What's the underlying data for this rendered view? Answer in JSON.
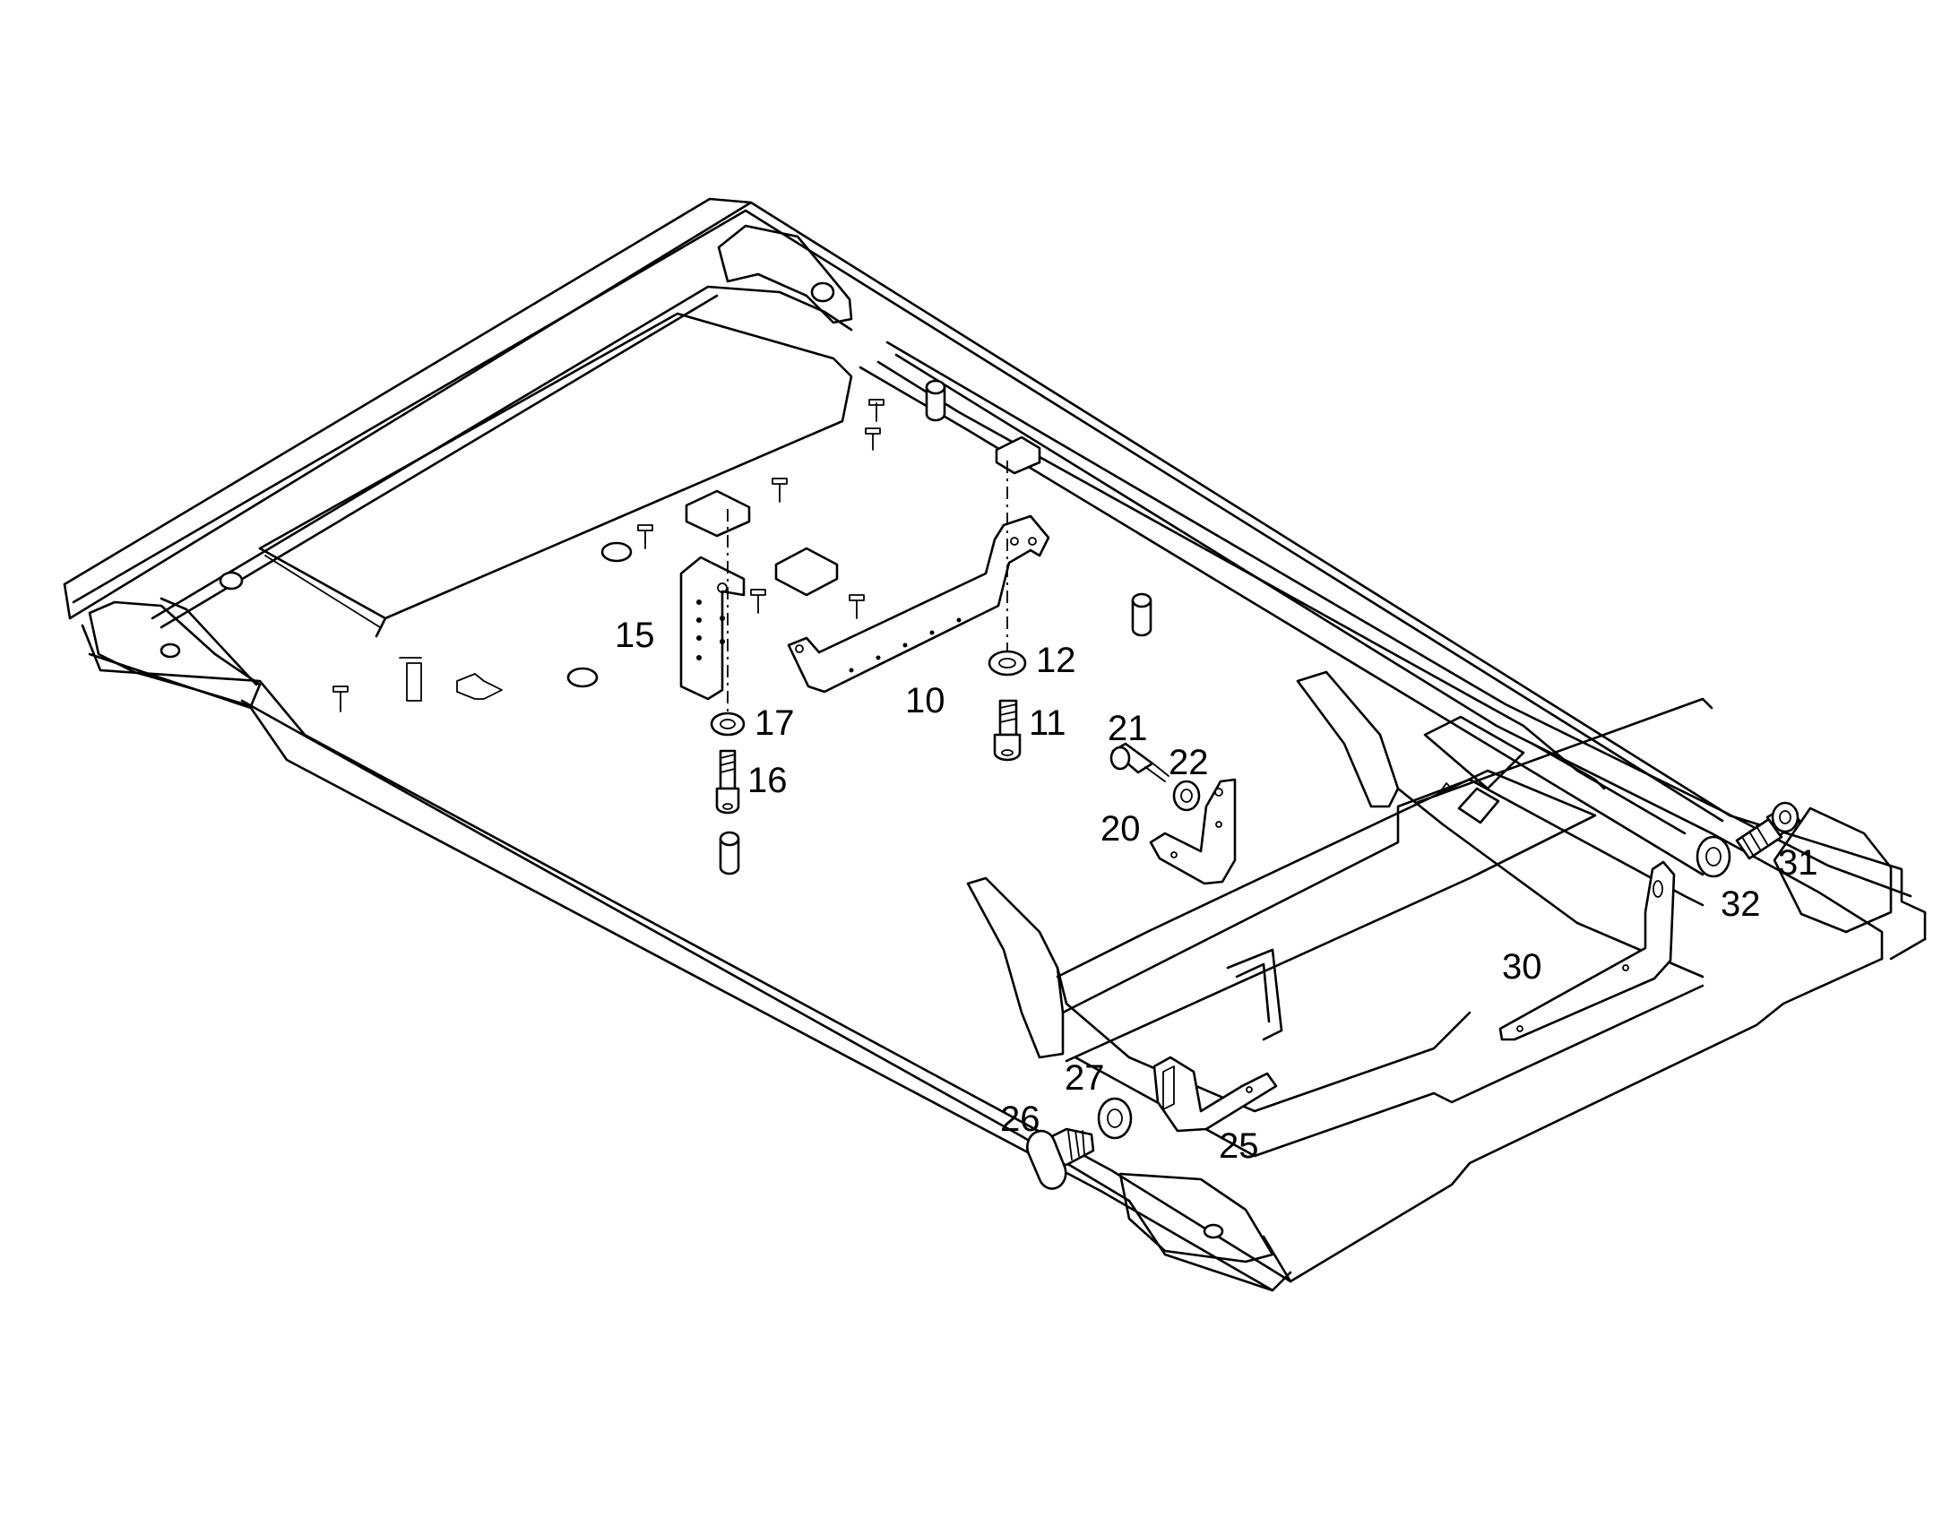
{
  "diagram": {
    "callouts": [
      {
        "id": "10",
        "label": "10"
      },
      {
        "id": "11",
        "label": "11"
      },
      {
        "id": "12",
        "label": "12"
      },
      {
        "id": "15",
        "label": "15"
      },
      {
        "id": "16",
        "label": "16"
      },
      {
        "id": "17",
        "label": "17"
      },
      {
        "id": "20",
        "label": "20"
      },
      {
        "id": "21",
        "label": "21"
      },
      {
        "id": "22",
        "label": "22"
      },
      {
        "id": "25",
        "label": "25"
      },
      {
        "id": "26",
        "label": "26"
      },
      {
        "id": "27",
        "label": "27"
      },
      {
        "id": "30",
        "label": "30"
      },
      {
        "id": "31",
        "label": "31"
      },
      {
        "id": "32",
        "label": "32"
      }
    ]
  }
}
